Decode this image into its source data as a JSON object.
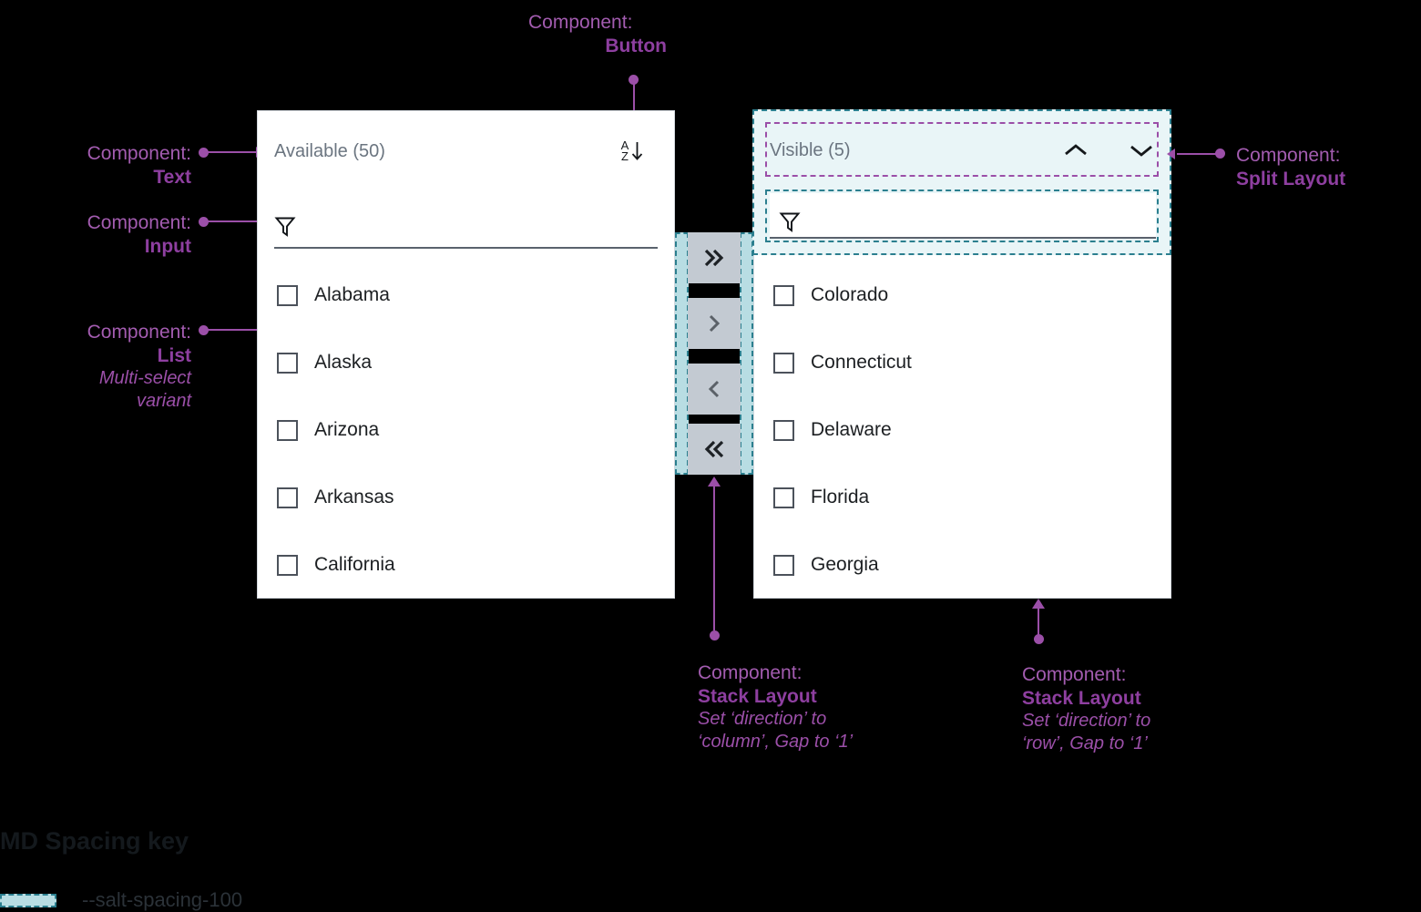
{
  "annotations": {
    "button": {
      "prefix": "Component:",
      "name": "Button"
    },
    "text": {
      "prefix": "Component:",
      "name": "Text"
    },
    "input": {
      "prefix": "Component:",
      "name": "Input"
    },
    "list": {
      "prefix": "Component:",
      "name": "List",
      "note_line1": "Multi-select",
      "note_line2": "variant"
    },
    "split_layout": {
      "prefix": "Component:",
      "name": "Split Layout"
    },
    "stack_column": {
      "prefix": "Component:",
      "name": "Stack Layout",
      "note_line1": "Set ‘direction’ to",
      "note_line2": "‘column’, Gap to ‘1’"
    },
    "stack_row": {
      "prefix": "Component:",
      "name": "Stack Layout",
      "note_line1": "Set ‘direction’ to",
      "note_line2": "‘row’, Gap to ‘1’"
    }
  },
  "available_panel": {
    "title": "Available (50)",
    "sort_icon": "sort-az-descending-icon",
    "sort_letter_top": "A",
    "sort_letter_bottom": "Z",
    "filter": {
      "icon": "filter-funnel-icon",
      "value": "",
      "placeholder": ""
    },
    "items": [
      {
        "label": "Alabama",
        "checked": false
      },
      {
        "label": "Alaska",
        "checked": false
      },
      {
        "label": "Arizona",
        "checked": false
      },
      {
        "label": "Arkansas",
        "checked": false
      },
      {
        "label": "California",
        "checked": false
      }
    ]
  },
  "visible_panel": {
    "title": "Visible (5)",
    "move_up_icon": "chevron-up-icon",
    "move_down_icon": "chevron-down-icon",
    "filter": {
      "icon": "filter-funnel-icon",
      "value": "",
      "placeholder": ""
    },
    "items": [
      {
        "label": "Colorado",
        "checked": false
      },
      {
        "label": "Connecticut",
        "checked": false
      },
      {
        "label": "Delaware",
        "checked": false
      },
      {
        "label": "Florida",
        "checked": false
      },
      {
        "label": "Georgia",
        "checked": false
      }
    ]
  },
  "transfer_buttons": [
    {
      "icon": "chevron-double-right-icon",
      "glyph": "»",
      "name": "move-all-right"
    },
    {
      "icon": "chevron-right-icon",
      "glyph": "›",
      "name": "move-right"
    },
    {
      "icon": "chevron-left-icon",
      "glyph": "‹",
      "name": "move-left"
    },
    {
      "icon": "chevron-double-left-icon",
      "glyph": "«",
      "name": "move-all-left"
    }
  ],
  "spacing_key": {
    "title": "MD Spacing key",
    "token": "--salt-spacing-100"
  },
  "colors": {
    "accent_purple": "#9b4fa8",
    "spacing_fill": "#b8dde3",
    "spacing_border": "#2b7f8f",
    "spacing_tint": "#e9f5f7",
    "button_gray": "#c3cad2",
    "panel_bg": "#ffffff",
    "background": "#000000"
  }
}
